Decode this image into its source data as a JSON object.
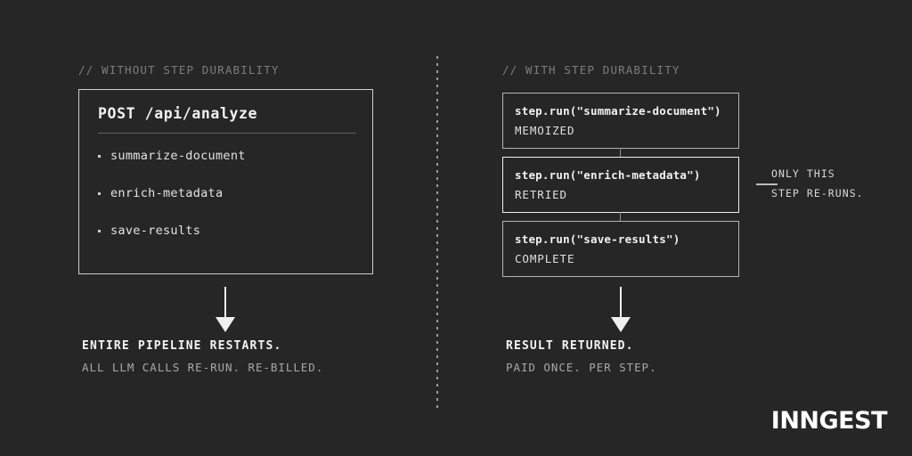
{
  "background_color": "#262626",
  "left_column": {
    "comment": "// WITHOUT STEP DURABILITY",
    "card": {
      "title": "POST /api/analyze",
      "items": [
        {
          "label": "summarize-document"
        },
        {
          "label": "enrich-metadata"
        },
        {
          "label": "save-results"
        }
      ]
    },
    "outcome": {
      "primary": "ENTIRE PIPELINE RESTARTS.",
      "secondary": "ALL LLM CALLS RE-RUN. RE-BILLED."
    }
  },
  "right_column": {
    "comment": "// WITH STEP DURABILITY",
    "steps": [
      {
        "call": "step.run(\"summarize-document\")",
        "status": "MEMOIZED",
        "highlighted": false
      },
      {
        "call": "step.run(\"enrich-metadata\")",
        "status": "RETRIED",
        "highlighted": true
      },
      {
        "call": "step.run(\"save-results\")",
        "status": "COMPLETE",
        "highlighted": false
      }
    ],
    "callout": {
      "line1": "ONLY THIS",
      "line2": "STEP RE-RUNS."
    },
    "outcome": {
      "primary": "RESULT RETURNED.",
      "secondary": "PAID ONCE. PER STEP."
    }
  },
  "logo": {
    "text": "INNGEST"
  },
  "colors": {
    "background": "#262626",
    "text_primary": "#f2f2f2",
    "text_secondary": "#a8a8a8",
    "comment": "#7c7c7c",
    "border": "#b4b4b4",
    "border_highlight": "#f0f0f0"
  }
}
